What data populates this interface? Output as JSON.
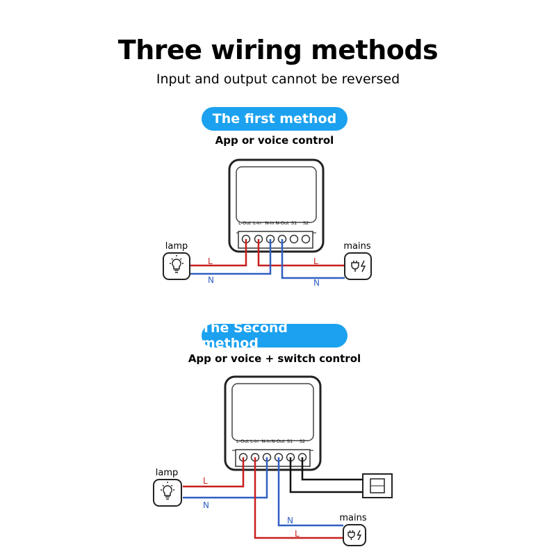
{
  "header": {
    "title": "Three wiring methods",
    "subtitle": "Input and output cannot be reversed"
  },
  "methods": [
    {
      "badge": "The first method",
      "caption": "App or voice control",
      "terminals": [
        "L-Out",
        "L-in",
        "N-in",
        "N-Out",
        "S1",
        "S2"
      ],
      "device_left": "lamp",
      "device_right": "mains",
      "wire_live": "L",
      "wire_neutral": "N"
    },
    {
      "badge": "The Second method",
      "caption": "App or voice + switch control",
      "terminals": [
        "L-Out",
        "L-in",
        "N-in",
        "N-Out",
        "S1",
        "S2"
      ],
      "device_left": "lamp",
      "device_right": "mains",
      "wire_live": "L",
      "wire_neutral": "N"
    }
  ],
  "colors": {
    "accent": "#1ba1ef",
    "live": "#c81e1e",
    "neutral": "#2f5fc2",
    "switch_wire": "#111111"
  }
}
